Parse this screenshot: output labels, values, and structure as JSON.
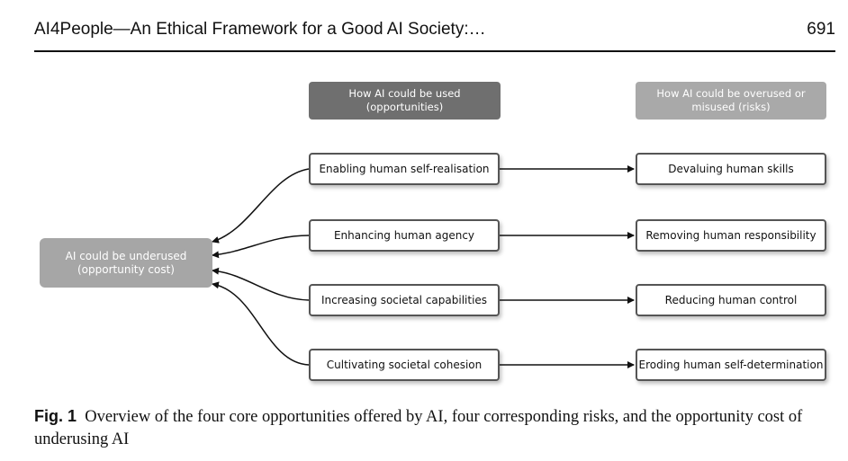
{
  "header": {
    "title": "AI4People—An Ethical Framework for a Good AI Society:…",
    "page_number": "691"
  },
  "diagram": {
    "opportunities_heading": "How AI could be used\n(opportunities)",
    "risks_heading": "How AI could be overused or\nmisused (risks)",
    "underuse_box": "AI could be underused\n(opportunity cost)",
    "opportunities": [
      "Enabling human self-realisation",
      "Enhancing human agency",
      "Increasing societal capabilities",
      "Cultivating societal cohesion"
    ],
    "risks": [
      "Devaluing human skills",
      "Removing human responsibility",
      "Reducing human control",
      "Eroding human self-determination"
    ]
  },
  "caption": {
    "label": "Fig. 1",
    "text": "Overview of the four core opportunities offered by AI, four corresponding risks, and the opportunity cost of underusing AI"
  }
}
